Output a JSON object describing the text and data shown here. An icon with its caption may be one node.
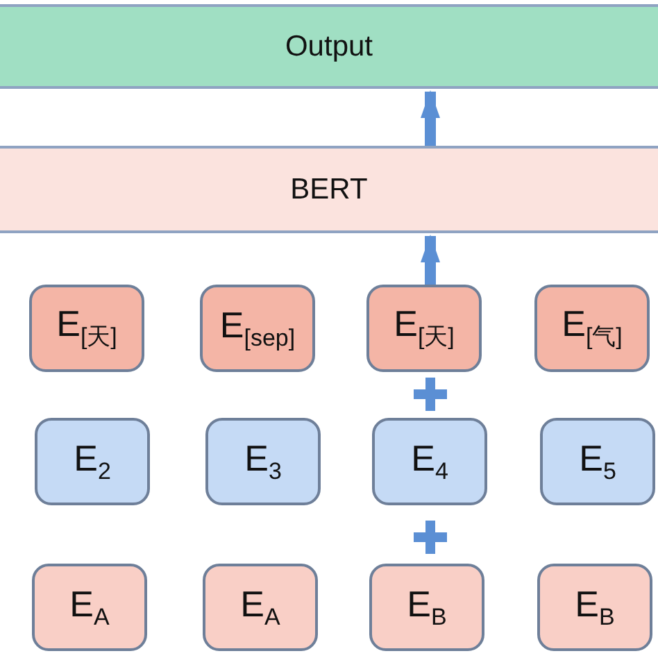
{
  "diagram": {
    "nodes": [
      {
        "text": [
          "Output"
        ]
      },
      {
        "text": [
          "BERT"
        ]
      },
      {
        "text": [
          "E$_{[天]}$"
        ]
      },
      {
        "text": [
          "E$_{[sep]}$"
        ]
      },
      {
        "text": [
          "E$_{[天]}$"
        ]
      },
      {
        "text": [
          "E$_{[气]}$"
        ]
      },
      {
        "text": [
          "E$_{2}$"
        ]
      },
      {
        "text": [
          "E$_{3}$"
        ]
      },
      {
        "text": [
          "E$_{4}$"
        ]
      },
      {
        "text": [
          "E$_{5}$"
        ]
      },
      {
        "text": [
          "E$_{A}$"
        ]
      },
      {
        "text": [
          "E$_{A}$"
        ]
      },
      {
        "text": [
          "E$_{B}$"
        ]
      },
      {
        "text": [
          "E$_{B}$"
        ]
      }
    ],
    "edges": [
      {
        "from": 1,
        "to": 0,
        "arrow": "to"
      },
      {
        "from": 4,
        "to": 1,
        "arrow": "to"
      }
    ]
  }
}
